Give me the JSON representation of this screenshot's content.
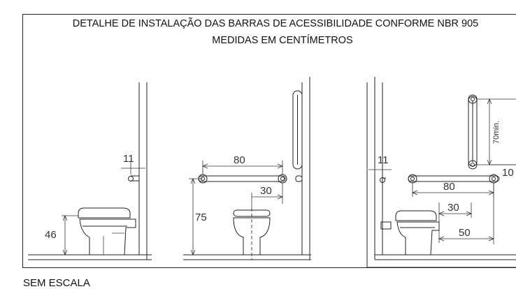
{
  "title": {
    "line1": "DETALHE DE INSTALAÇÃO DAS BARRAS DE ACESSIBILIDADE CONFORME NBR 905",
    "line2": "MEDIDAS EM CENTÍMETROS"
  },
  "scale_note": "SEM ESCALA",
  "views": {
    "side_elevation": {
      "dim_bar_offset": "11",
      "dim_seat_height": "46"
    },
    "front_elevation": {
      "dim_bar_length": "80",
      "dim_bar_overhang": "30",
      "dim_bar_height": "75"
    },
    "front_elevation_vertical_bar": {
      "dim_bar_offset": "11",
      "dim_vertical_bar_min": "70min.",
      "dim_vertical_offset": "10",
      "dim_bar_length": "80",
      "dim_bar_overhang": "30",
      "dim_bar_clearance": "50"
    }
  }
}
